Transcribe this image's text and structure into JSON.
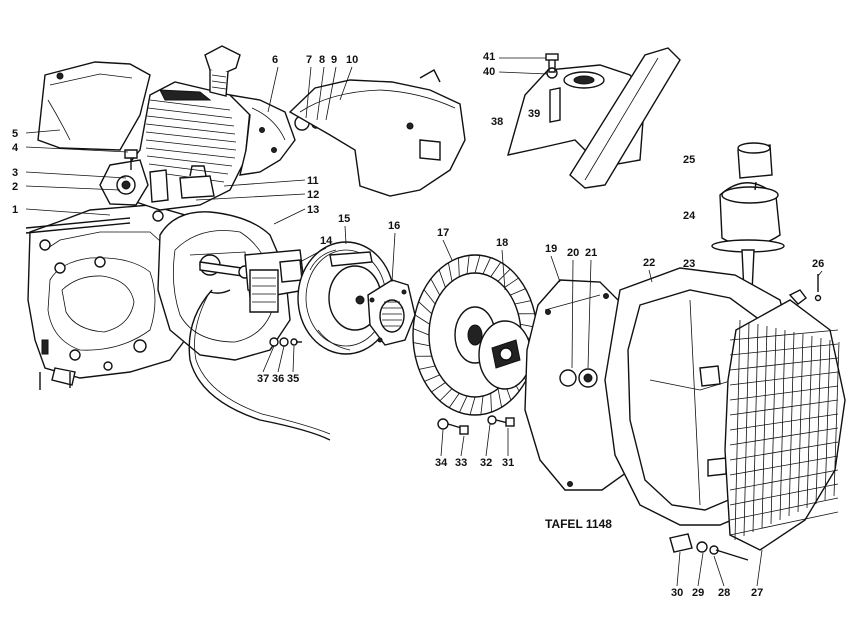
{
  "caption": "TAFEL 1148",
  "callouts": [
    {
      "n": "1"
    },
    {
      "n": "2"
    },
    {
      "n": "3"
    },
    {
      "n": "4"
    },
    {
      "n": "5"
    },
    {
      "n": "6"
    },
    {
      "n": "7"
    },
    {
      "n": "8"
    },
    {
      "n": "9"
    },
    {
      "n": "10"
    },
    {
      "n": "11"
    },
    {
      "n": "12"
    },
    {
      "n": "13"
    },
    {
      "n": "14"
    },
    {
      "n": "15"
    },
    {
      "n": "16"
    },
    {
      "n": "17"
    },
    {
      "n": "18"
    },
    {
      "n": "19"
    },
    {
      "n": "20"
    },
    {
      "n": "21"
    },
    {
      "n": "22"
    },
    {
      "n": "23"
    },
    {
      "n": "24"
    },
    {
      "n": "25"
    },
    {
      "n": "26"
    },
    {
      "n": "27"
    },
    {
      "n": "28"
    },
    {
      "n": "29"
    },
    {
      "n": "30"
    },
    {
      "n": "31"
    },
    {
      "n": "32"
    },
    {
      "n": "33"
    },
    {
      "n": "34"
    },
    {
      "n": "35"
    },
    {
      "n": "36"
    },
    {
      "n": "37"
    },
    {
      "n": "38"
    },
    {
      "n": "39"
    },
    {
      "n": "40"
    },
    {
      "n": "41"
    }
  ]
}
